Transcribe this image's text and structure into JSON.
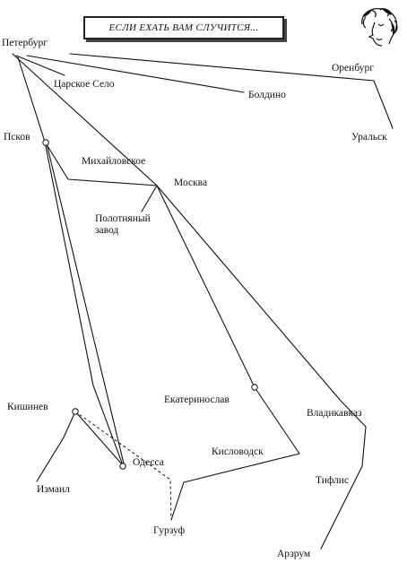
{
  "title": "ЕСЛИ ЕХАТЬ ВАМ СЛУЧИТСЯ...",
  "cities": {
    "peterburg": "Петербург",
    "tsarskoe": "Царское Село",
    "boldino": "Болдино",
    "orenburg": "Оренбург",
    "uralsk": "Уральск",
    "pskov": "Псков",
    "mikhailovskoe": "Михайловское",
    "moskva": "Москва",
    "polotnyany": "Полотняный завод",
    "ekaterinoslav": "Екатеринослав",
    "vladikavkaz": "Владикавказ",
    "kishinev": "Кишинев",
    "izmail": "Измаил",
    "odessa": "Одесса",
    "kislovodsk": "Кисловодск",
    "tiflis": "Тифлис",
    "gurzuf": "Гурзуф",
    "arzrum": "Арзрум"
  },
  "colors": {
    "line": "#111111",
    "text": "#111111",
    "background": "#ffffff"
  },
  "icons": {
    "portrait": "pushkin-portrait-icon"
  }
}
